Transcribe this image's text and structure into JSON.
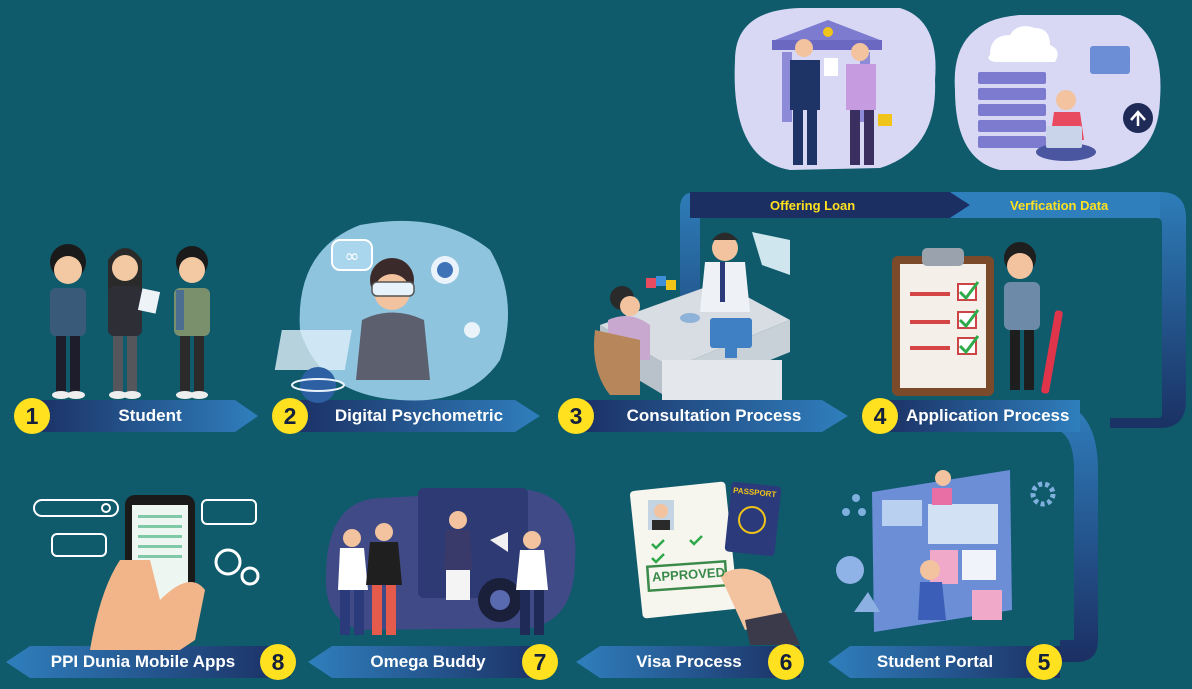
{
  "steps": [
    {
      "number": "1",
      "label": "Student"
    },
    {
      "number": "2",
      "label": "Digital Psychometric"
    },
    {
      "number": "3",
      "label": "Consultation Process"
    },
    {
      "number": "4",
      "label": "Application Process"
    },
    {
      "number": "5",
      "label": "Student Portal"
    },
    {
      "number": "6",
      "label": "Visa Process"
    },
    {
      "number": "7",
      "label": "Omega Buddy"
    },
    {
      "number": "8",
      "label": "PPI Dunia Mobile Apps"
    }
  ],
  "side_steps": {
    "offering_loan": "Offering Loan",
    "verification_data": "Verfication Data"
  },
  "illustration_text": {
    "passport": "PASSPORT",
    "approved": "APPROVED"
  },
  "colors": {
    "background": "#0f5a6b",
    "number_badge": "#ffe11f",
    "arrow_dark": "#1b2f63",
    "arrow_light": "#2f7fbd",
    "side_label": "#ffe11f"
  }
}
